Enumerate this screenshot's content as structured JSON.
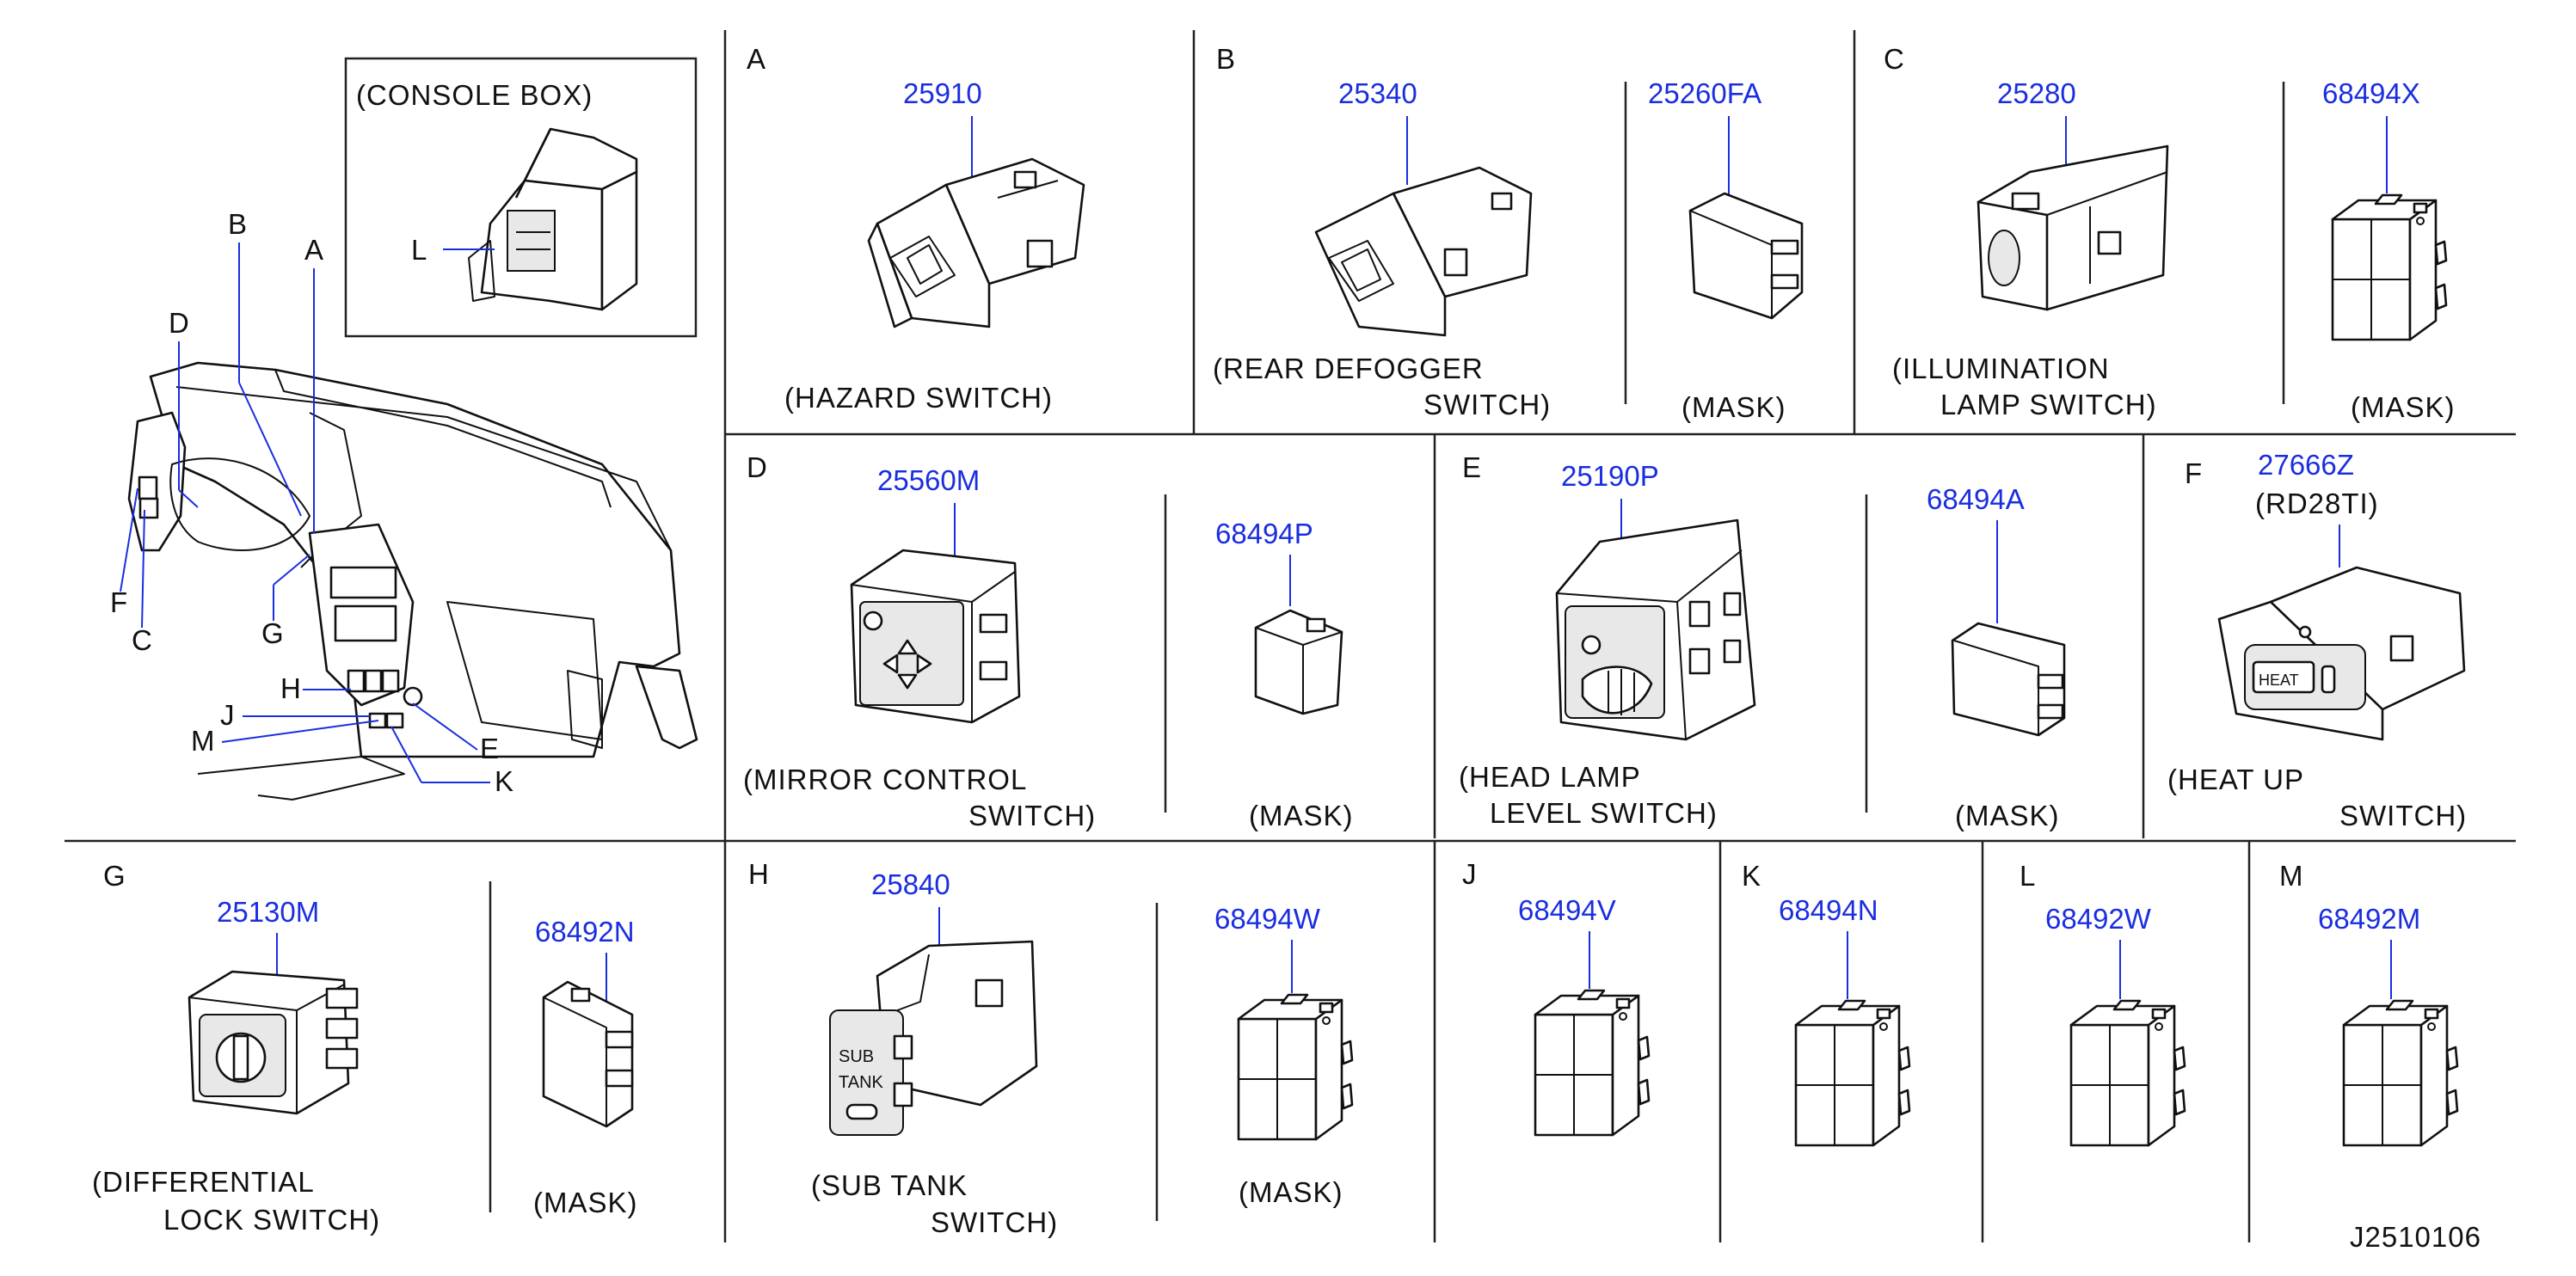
{
  "console_box": {
    "title": "(CONSOLE  BOX)",
    "callout": "L"
  },
  "overview_callouts": {
    "A": "A",
    "B": "B",
    "C": "C",
    "D": "D",
    "E": "E",
    "F": "F",
    "G": "G",
    "H": "H",
    "J": "J",
    "K": "K",
    "M": "M"
  },
  "panels": {
    "A": {
      "letter": "A",
      "part": "25910",
      "caption": [
        "(HAZARD   SWITCH)"
      ]
    },
    "B": {
      "letter": "B",
      "part": "25340",
      "caption": [
        "(REAR   DEFOGGER",
        "SWITCH)"
      ],
      "mask_part": "25260FA",
      "mask_caption": "(MASK)"
    },
    "C": {
      "letter": "C",
      "part": "25280",
      "caption": [
        "(ILLUMINATION",
        "LAMP   SWITCH)"
      ],
      "mask_part": "68494X",
      "mask_caption": "(MASK)"
    },
    "D": {
      "letter": "D",
      "part": "25560M",
      "caption": [
        "(MIRROR   CONTROL",
        "SWITCH)"
      ],
      "mask_part": "68494P",
      "mask_caption": "(MASK)"
    },
    "E": {
      "letter": "E",
      "part": "25190P",
      "caption": [
        "(HEAD   LAMP",
        "LEVEL   SWITCH)"
      ],
      "mask_part": "68494A",
      "mask_caption": "(MASK)"
    },
    "F": {
      "letter": "F",
      "part": "27666Z",
      "variant": "(RD28TI)",
      "caption": [
        "(HEAT   UP",
        "SWITCH)"
      ]
    },
    "G": {
      "letter": "G",
      "part": "25130M",
      "caption": [
        "(DIFFERENTIAL",
        "LOCK  SWITCH)"
      ],
      "mask_part": "68492N",
      "mask_caption": "(MASK)"
    },
    "H": {
      "letter": "H",
      "part": "25840",
      "caption": [
        "(SUB   TANK",
        "SWITCH)"
      ],
      "mask_part": "68494W",
      "mask_caption": "(MASK)",
      "label_line1": "SUB",
      "label_line2": "TANK"
    },
    "J": {
      "letter": "J",
      "part": "68494V"
    },
    "K": {
      "letter": "K",
      "part": "68494N"
    },
    "L": {
      "letter": "L",
      "part": "68492W"
    },
    "M": {
      "letter": "M",
      "part": "68492M"
    }
  },
  "heat_switch_label": "HEAT",
  "diagram_code": "J2510106",
  "colors": {
    "part_number": "#1a2ee0",
    "ink": "#111111",
    "background": "#ffffff"
  }
}
